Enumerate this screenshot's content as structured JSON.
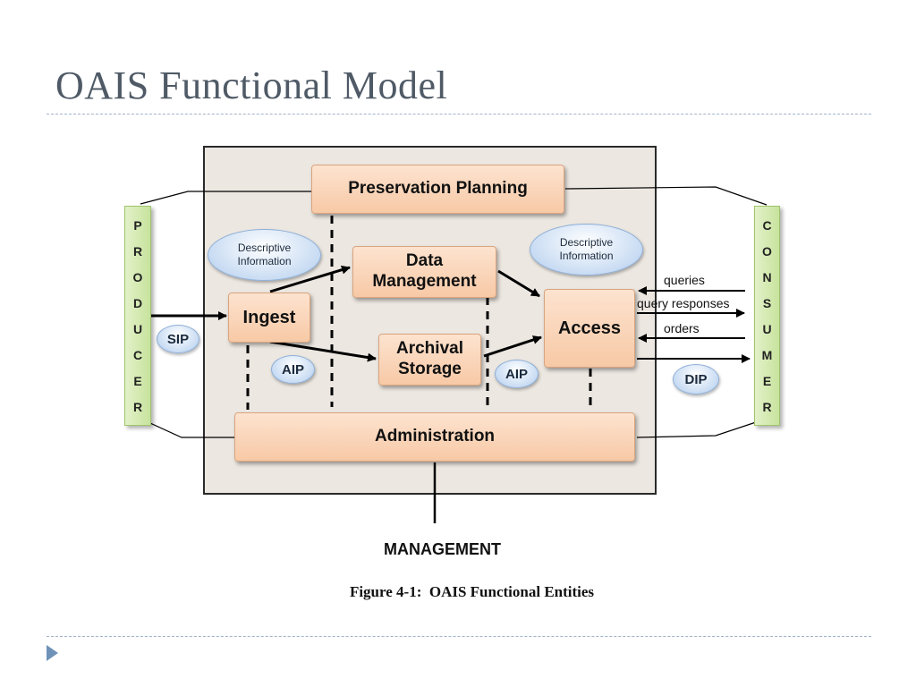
{
  "slide": {
    "title": "OAIS Functional Model"
  },
  "diagram": {
    "producer_letters": [
      "P",
      "R",
      "O",
      "D",
      "U",
      "C",
      "E",
      "R"
    ],
    "consumer_letters": [
      "C",
      "O",
      "N",
      "S",
      "U",
      "M",
      "E",
      "R"
    ],
    "boxes": {
      "preservation_planning": "Preservation Planning",
      "data_management_line1": "Data",
      "data_management_line2": "Management",
      "ingest": "Ingest",
      "archival_storage_line1": "Archival",
      "archival_storage_line2": "Storage",
      "access": "Access",
      "administration": "Administration"
    },
    "ovals": {
      "descriptive_info_left": "Descriptive\nInformation",
      "descriptive_info_right": "Descriptive\nInformation",
      "sip": "SIP",
      "aip_left": "AIP",
      "aip_right": "AIP",
      "dip": "DIP"
    },
    "flow_labels": {
      "queries": "queries",
      "query_responses": "query responses",
      "orders": "orders"
    },
    "management": "MANAGEMENT",
    "caption": "Figure 4-1:  OAIS Functional Entities"
  },
  "colors": {
    "box_fill": "#f7c9a6",
    "oval_fill": "#c9dcf3",
    "bar_fill": "#c7e39d",
    "frame_fill": "#ece7e1",
    "title_color": "#4f5a66"
  }
}
